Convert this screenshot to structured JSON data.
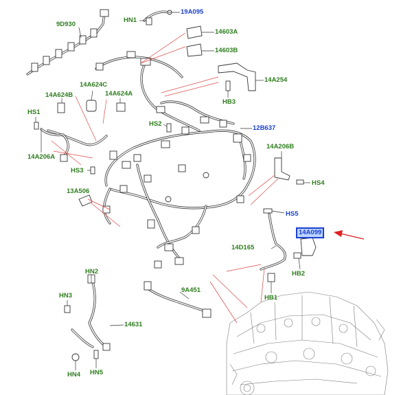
{
  "labels": {
    "l9d930": "9D930",
    "hn1": "HN1",
    "l19a095": "19A095",
    "l14603a": "14603A",
    "l14603b": "14603B",
    "l14a254": "14A254",
    "hb3": "HB3",
    "l14a624c": "14A624C",
    "l14a624b": "14A624B",
    "l14a624a": "14A624A",
    "hs1": "HS1",
    "hs2": "HS2",
    "l12b637": "12B637",
    "l14a206a": "14A206A",
    "l14a206b": "14A206B",
    "hs3": "HS3",
    "hs4": "HS4",
    "l13a506": "13A506",
    "hs5": "HS5",
    "l14a099": "14A099",
    "l14d165": "14D165",
    "hb2": "HB2",
    "hb1": "HB1",
    "hn2": "HN2",
    "hn3": "HN3",
    "l9a451": "9A451",
    "l14631": "14631",
    "hn4": "HN4",
    "hn5": "HN5"
  },
  "colors": {
    "label_green": "#2e7d1e",
    "label_blue": "#1a3fd1",
    "highlight_fill": "#bcd4ff",
    "leader_red": "#e04444",
    "arrow_red": "#e02020"
  }
}
